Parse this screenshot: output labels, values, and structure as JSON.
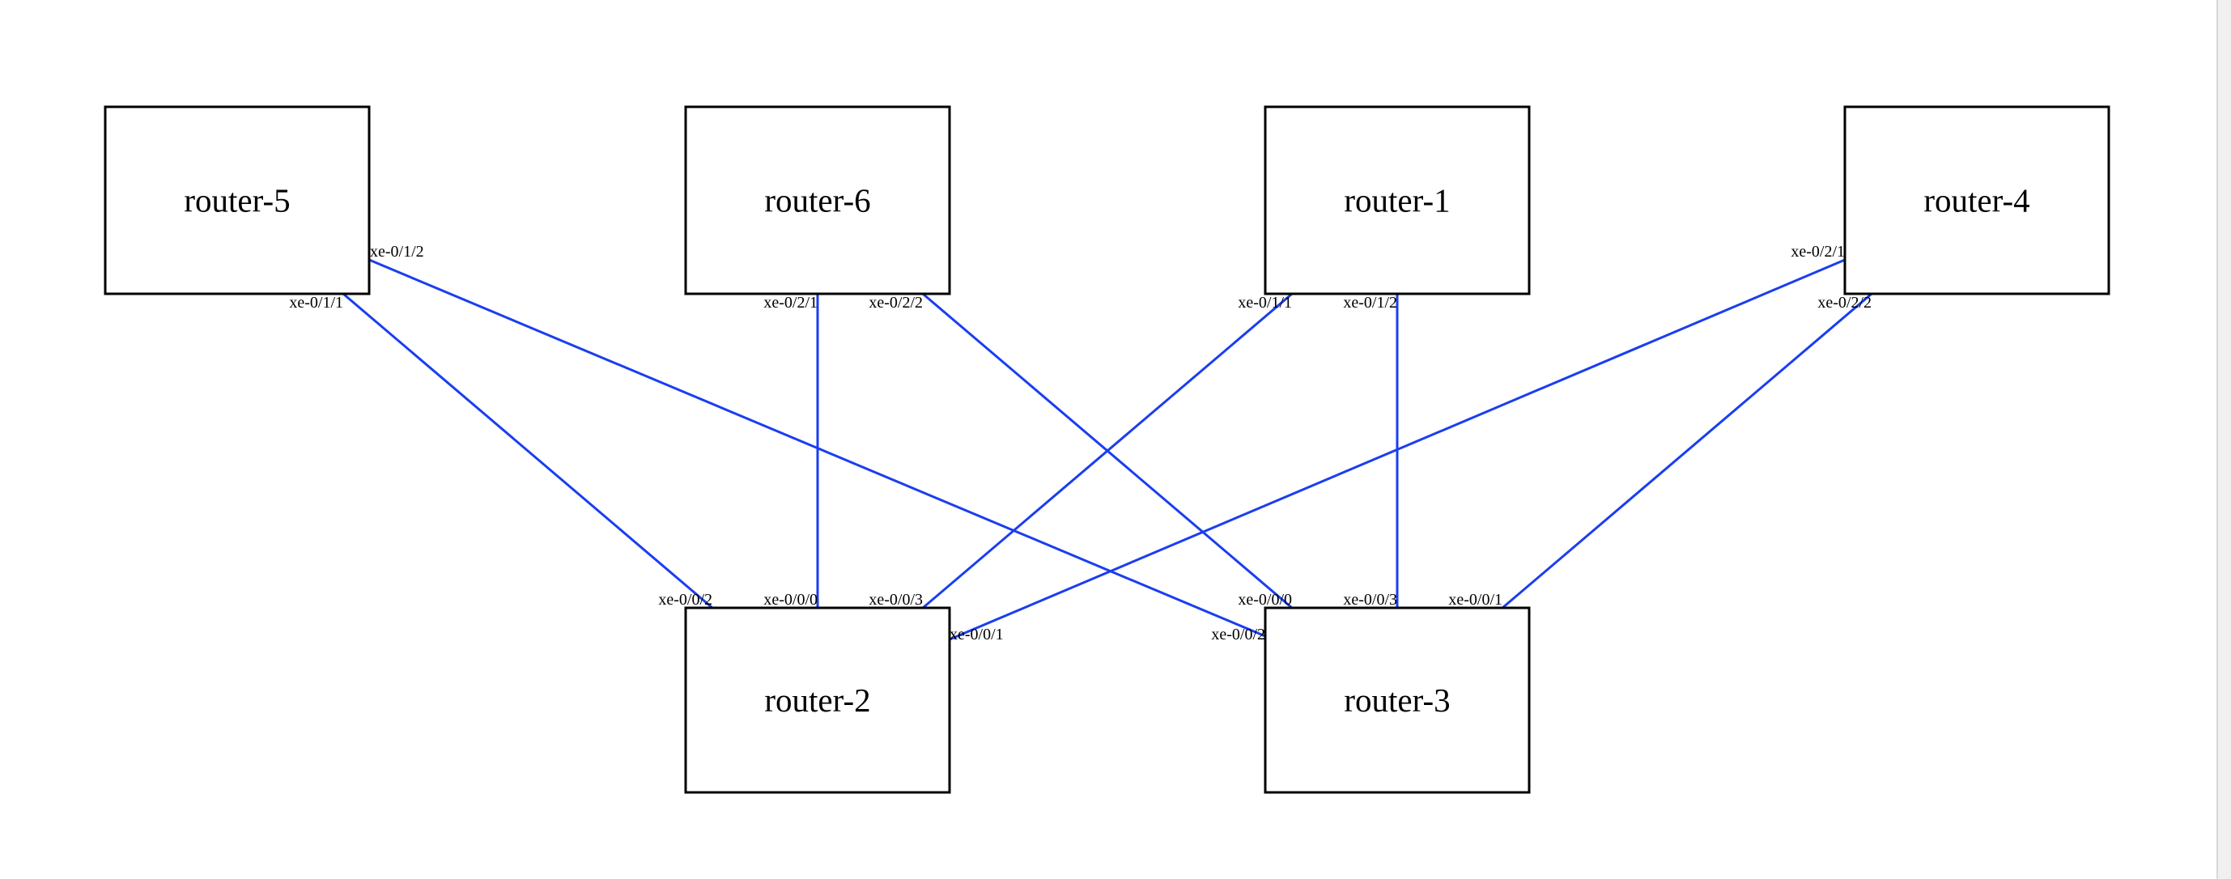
{
  "colors": {
    "link": "#1a3ef0",
    "node_border": "#000000",
    "background": "#ffffff"
  },
  "routers": [
    {
      "id": "router-5",
      "label": "router-5"
    },
    {
      "id": "router-6",
      "label": "router-6"
    },
    {
      "id": "router-1",
      "label": "router-1"
    },
    {
      "id": "router-4",
      "label": "router-4"
    },
    {
      "id": "router-2",
      "label": "router-2"
    },
    {
      "id": "router-3",
      "label": "router-3"
    }
  ],
  "links": [
    {
      "from": "router-5",
      "from_port": "xe-0/1/1",
      "to": "router-2",
      "to_port": "xe-0/0/2"
    },
    {
      "from": "router-5",
      "from_port": "xe-0/1/2",
      "to": "router-3",
      "to_port": "xe-0/0/2"
    },
    {
      "from": "router-6",
      "from_port": "xe-0/2/1",
      "to": "router-2",
      "to_port": "xe-0/0/0"
    },
    {
      "from": "router-6",
      "from_port": "xe-0/2/2",
      "to": "router-3",
      "to_port": "xe-0/0/0"
    },
    {
      "from": "router-1",
      "from_port": "xe-0/1/1",
      "to": "router-2",
      "to_port": "xe-0/0/3"
    },
    {
      "from": "router-1",
      "from_port": "xe-0/1/2",
      "to": "router-3",
      "to_port": "xe-0/0/3"
    },
    {
      "from": "router-4",
      "from_port": "xe-0/2/1",
      "to": "router-2",
      "to_port": "xe-0/0/1"
    },
    {
      "from": "router-4",
      "from_port": "xe-0/2/2",
      "to": "router-3",
      "to_port": "xe-0/0/1"
    }
  ]
}
